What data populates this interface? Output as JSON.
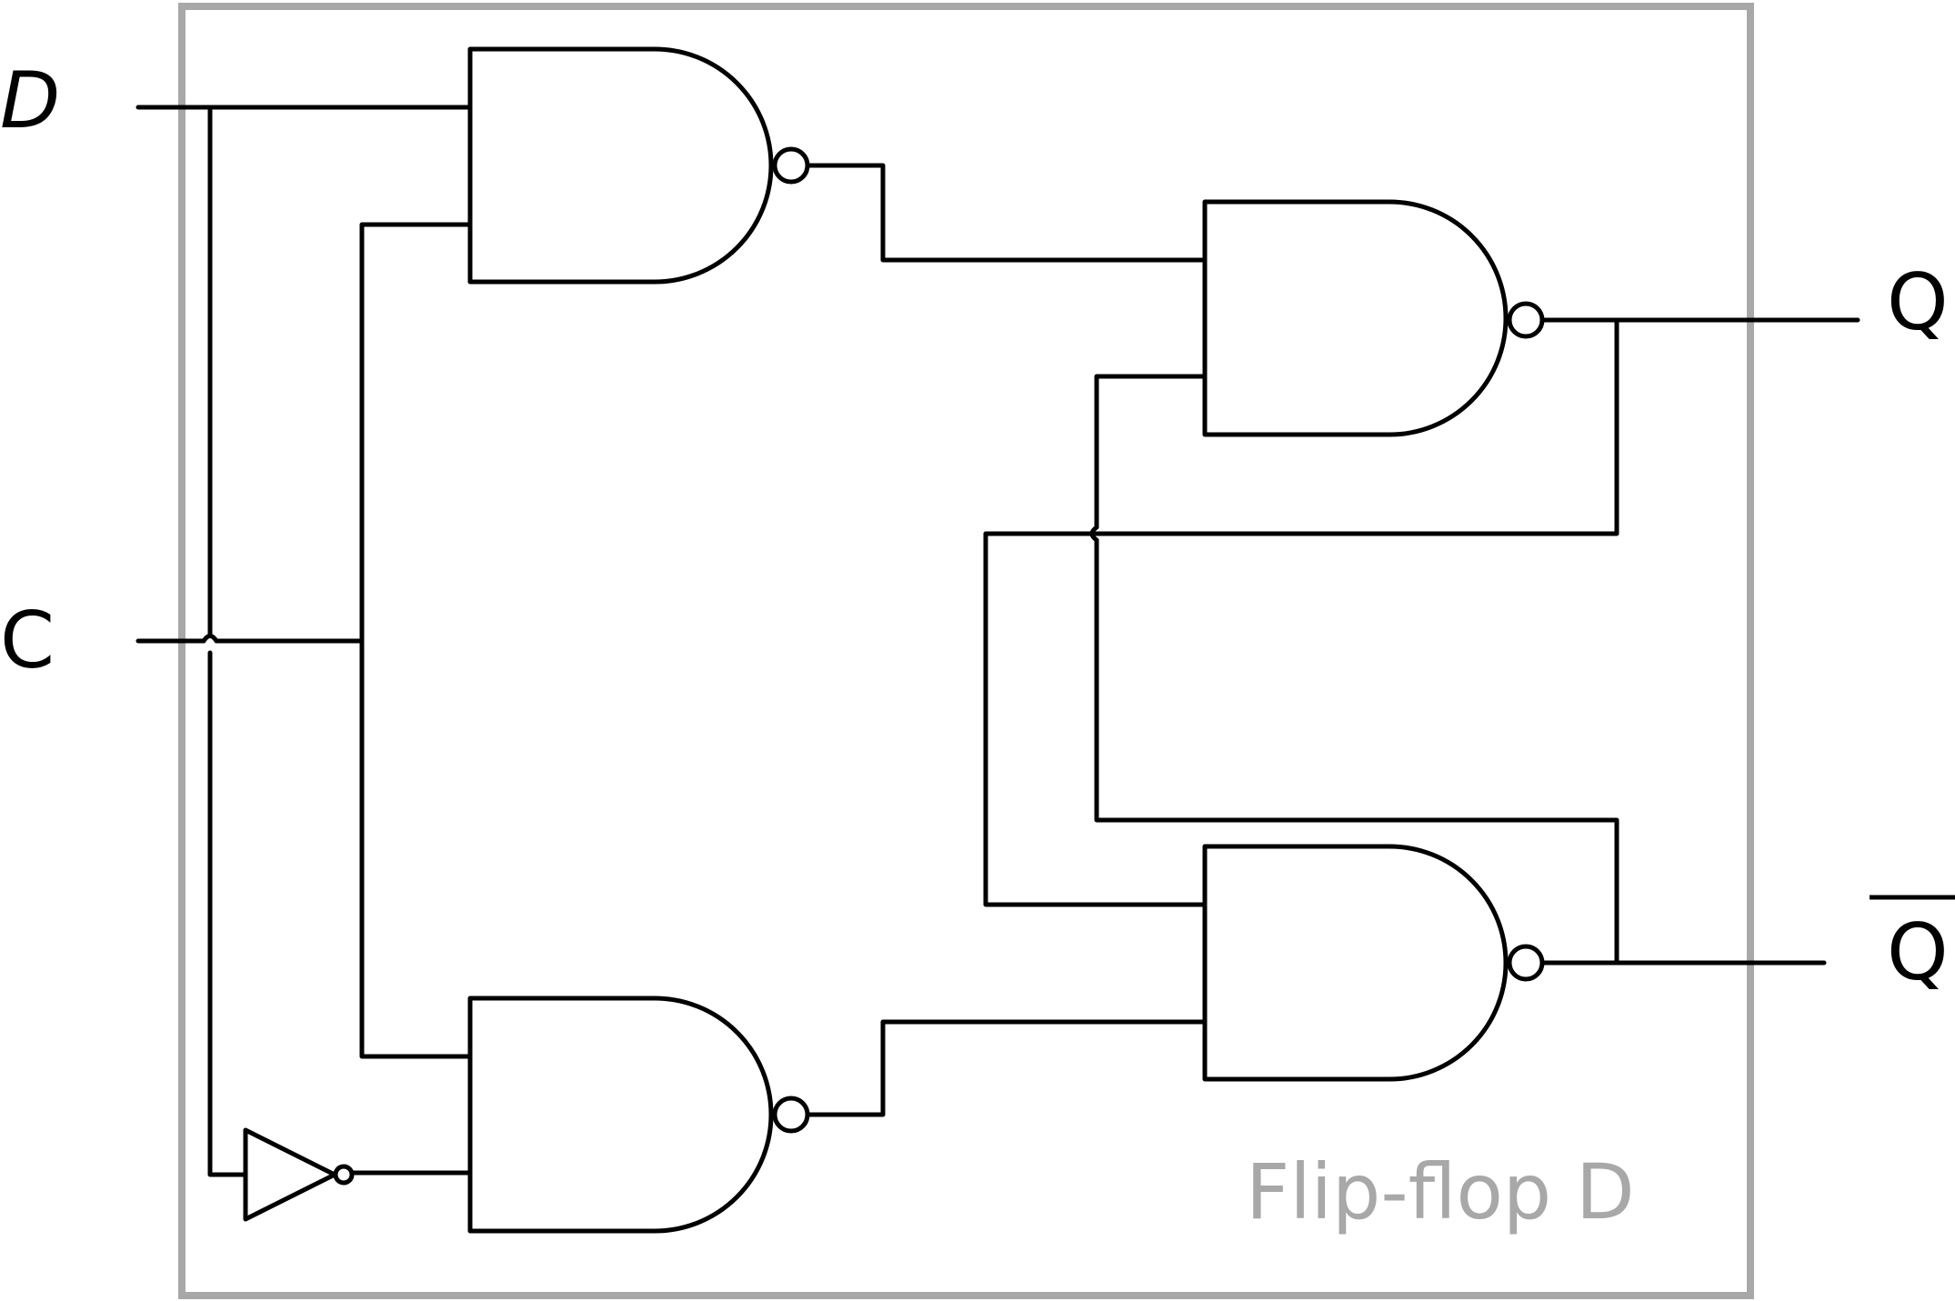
{
  "diagram": {
    "title": "Flip-flop D",
    "inputs": {
      "d": "D",
      "c": "C"
    },
    "outputs": {
      "q": "Q",
      "q_bar": "Q"
    },
    "colors": {
      "wire": "#000000",
      "frame": "#a8a8a8",
      "label_title": "#a8a8a8"
    },
    "components": [
      "nand-gate",
      "nand-gate",
      "nand-gate",
      "nand-gate",
      "not-gate"
    ]
  }
}
